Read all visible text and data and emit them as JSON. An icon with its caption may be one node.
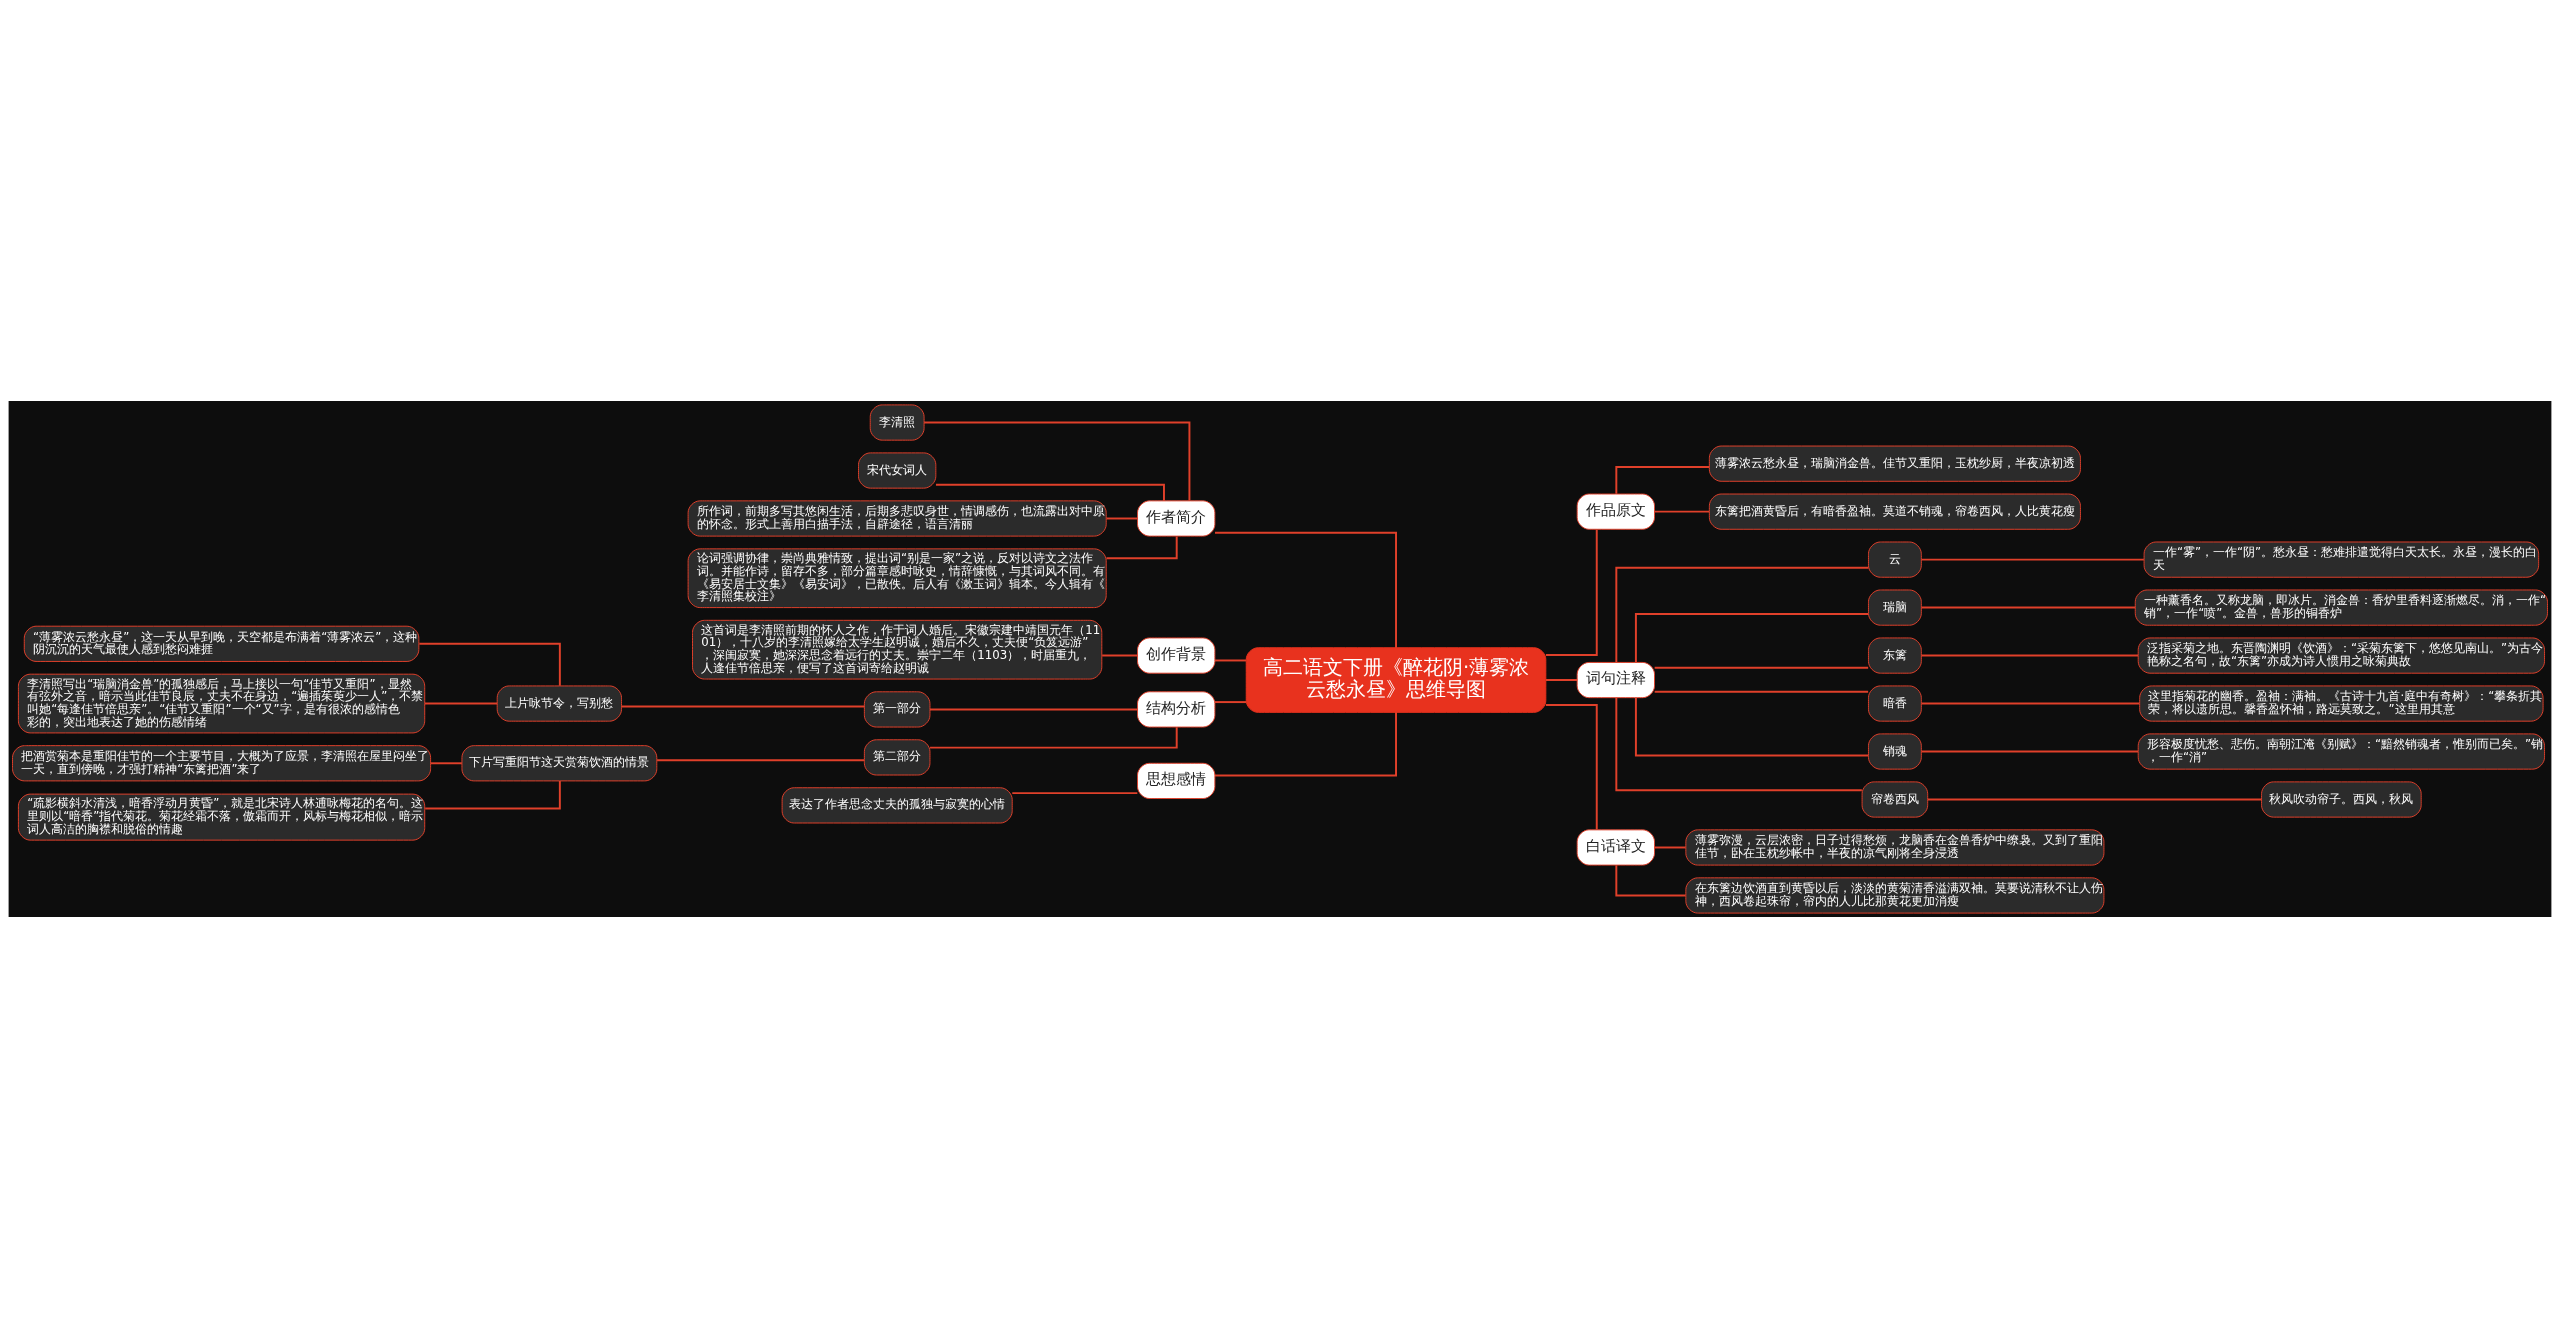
{
  "diagram": {
    "nodes": [
      {
        "text": [
          "高二语文下册《醉花阴·薄雾浓云愁永昼》思维导图"
        ]
      },
      {
        "text": [
          "作者简介"
        ]
      },
      {
        "text": [
          "李清照"
        ]
      },
      {
        "text": [
          "宋代女词人"
        ]
      },
      {
        "text": [
          "所作词，前期多写其悠闲生活，后期多悲叹身世，情调感伤，也流露出对中原的怀念。形式上善用白描手法，自辟途径，语言清丽"
        ]
      },
      {
        "text": [
          "论词强调协律，崇尚典雅情致，提出词“别是一家”之说，反对以诗文之法作词。并能作诗，留存不多，部分篇章感时咏史，情辞慷慨，与其词风不同。有《易安居士文集》《易安词》，已散佚。后人有《漱玉词》辑本。今人辑有《李清照集校注》"
        ]
      },
      {
        "text": [
          "创作背景"
        ]
      },
      {
        "text": [
          "这首词是李清照前期的怀人之作，作于词人婚后。宋徽宗建中靖国元年（1101），十八岁的李清照嫁给太学生赵明诚，婚后不久，丈夫便“负笈远游”，深闺寂寞，她深深思念着远行的丈夫。崇宁二年（1103），时届重九，人逢佳节倍思亲，便写了这首词寄给赵明诚"
        ]
      },
      {
        "text": [
          "结构分析"
        ]
      },
      {
        "text": [
          "第一部分"
        ]
      },
      {
        "text": [
          "上片咏节令，写别愁"
        ]
      },
      {
        "text": [
          "“薄雾浓云愁永昼”，这一天从早到晚，天空都是布满着“薄雾浓云”，这种阴沉沉的天气最使人感到愁闷难捱"
        ]
      },
      {
        "text": [
          "李清照写出“瑞脑消金兽”的孤独感后，马上接以一句“佳节又重阳”，显然有弦外之音，暗示当此佳节良辰，丈夫不在身边，“遍插茱萸少一人”，不禁叫她“每逢佳节倍思亲”。“佳节又重阳”一个“又”字，是有很浓的感情色彩的，突出地表达了她的伤感情绪"
        ]
      },
      {
        "text": [
          "第二部分"
        ]
      },
      {
        "text": [
          "下片写重阳节这天赏菊饮酒的情景"
        ]
      },
      {
        "text": [
          "把酒赏菊本是重阳佳节的一个主要节目，大概为了应景，李清照在屋里闷坐了一天，直到傍晚，才强打精神“东篱把酒”来了"
        ]
      },
      {
        "text": [
          "“疏影横斜水清浅，暗香浮动月黄昏”，就是北宋诗人林逋咏梅花的名句。这里则以“暗香”指代菊花。菊花经霜不落，傲霜而开，风标与梅花相似，暗示词人高洁的胸襟和脱俗的情趣"
        ]
      },
      {
        "text": [
          "思想感情"
        ]
      },
      {
        "text": [
          "表达了作者思念丈夫的孤独与寂寞的心情"
        ]
      },
      {
        "text": [
          "作品原文"
        ]
      },
      {
        "text": [
          "薄雾浓云愁永昼，瑞脑消金兽。佳节又重阳，玉枕纱厨，半夜凉初透"
        ]
      },
      {
        "text": [
          "东篱把酒黄昏后，有暗香盈袖。莫道不销魂，帘卷西风，人比黄花瘦"
        ]
      },
      {
        "text": [
          "词句注释"
        ]
      },
      {
        "text": [
          "云"
        ]
      },
      {
        "text": [
          "一作“雾”，一作“阴”。愁永昼：愁难排遣觉得白天太长。永昼，漫长的白天"
        ]
      },
      {
        "text": [
          "瑞脑"
        ]
      },
      {
        "text": [
          "一种薰香名。又称龙脑，即冰片。消金兽：香炉里香料逐渐燃尽。消，一作“销”，一作“喷”。金兽，兽形的铜香炉"
        ]
      },
      {
        "text": [
          "东篱"
        ]
      },
      {
        "text": [
          "泛指采菊之地。东晋陶渊明《饮酒》：“采菊东篱下，悠悠见南山。”为古今艳称之名句，故“东篱”亦成为诗人惯用之咏菊典故"
        ]
      },
      {
        "text": [
          "暗香"
        ]
      },
      {
        "text": [
          "这里指菊花的幽香。盈袖：满袖。《古诗十九首·庭中有奇树》：“攀条折其荣，将以遗所思。馨香盈怀袖，路远莫致之。”这里用其意"
        ]
      },
      {
        "text": [
          "销魂"
        ]
      },
      {
        "text": [
          "形容极度忧愁、悲伤。南朝江淹《别赋》：“黯然销魂者，惟别而已矣。”销，一作“消”"
        ]
      },
      {
        "text": [
          "帘卷西风"
        ]
      },
      {
        "text": [
          "秋风吹动帘子。西风，秋风"
        ]
      },
      {
        "text": [
          "白话译文"
        ]
      },
      {
        "text": [
          "薄雾弥漫，云层浓密，日子过得愁烦，龙脑香在金兽香炉中缭袅。又到了重阳佳节，卧在玉枕纱帐中，半夜的凉气刚将全身浸透"
        ]
      },
      {
        "text": [
          "在东篱边饮酒直到黄昏以后，淡淡的黄菊清香溢满双袖。莫要说清秋不让人伤神，西风卷起珠帘，帘内的人儿比那黄花更加消瘦"
        ]
      }
    ],
    "edges": [
      {
        "from": 0,
        "to": 1,
        "arrow": "none"
      },
      {
        "from": 1,
        "to": 2,
        "arrow": "none"
      },
      {
        "from": 1,
        "to": 3,
        "arrow": "none"
      },
      {
        "from": 1,
        "to": 4,
        "arrow": "none"
      },
      {
        "from": 1,
        "to": 5,
        "arrow": "none"
      },
      {
        "from": 0,
        "to": 6,
        "arrow": "none"
      },
      {
        "from": 6,
        "to": 7,
        "arrow": "none"
      },
      {
        "from": 0,
        "to": 8,
        "arrow": "none"
      },
      {
        "from": 8,
        "to": 9,
        "arrow": "none"
      },
      {
        "from": 9,
        "to": 10,
        "arrow": "none"
      },
      {
        "from": 10,
        "to": 11,
        "arrow": "none"
      },
      {
        "from": 10,
        "to": 12,
        "arrow": "none"
      },
      {
        "from": 8,
        "to": 13,
        "arrow": "none"
      },
      {
        "from": 13,
        "to": 14,
        "arrow": "none"
      },
      {
        "from": 14,
        "to": 15,
        "arrow": "none"
      },
      {
        "from": 14,
        "to": 16,
        "arrow": "none"
      },
      {
        "from": 0,
        "to": 17,
        "arrow": "none"
      },
      {
        "from": 17,
        "to": 18,
        "arrow": "none"
      },
      {
        "from": 0,
        "to": 19,
        "arrow": "none"
      },
      {
        "from": 19,
        "to": 20,
        "arrow": "none"
      },
      {
        "from": 19,
        "to": 21,
        "arrow": "none"
      },
      {
        "from": 0,
        "to": 22,
        "arrow": "none"
      },
      {
        "from": 22,
        "to": 23,
        "arrow": "none"
      },
      {
        "from": 23,
        "to": 24,
        "arrow": "none"
      },
      {
        "from": 22,
        "to": 25,
        "arrow": "none"
      },
      {
        "from": 25,
        "to": 26,
        "arrow": "none"
      },
      {
        "from": 22,
        "to": 27,
        "arrow": "none"
      },
      {
        "from": 27,
        "to": 28,
        "arrow": "none"
      },
      {
        "from": 22,
        "to": 29,
        "arrow": "none"
      },
      {
        "from": 29,
        "to": 30,
        "arrow": "none"
      },
      {
        "from": 22,
        "to": 31,
        "arrow": "none"
      },
      {
        "from": 31,
        "to": 32,
        "arrow": "none"
      },
      {
        "from": 22,
        "to": 33,
        "arrow": "none"
      },
      {
        "from": 33,
        "to": 34,
        "arrow": "none"
      },
      {
        "from": 0,
        "to": 35,
        "arrow": "none"
      },
      {
        "from": 35,
        "to": 36,
        "arrow": "none"
      },
      {
        "from": 35,
        "to": 37,
        "arrow": "none"
      }
    ]
  }
}
